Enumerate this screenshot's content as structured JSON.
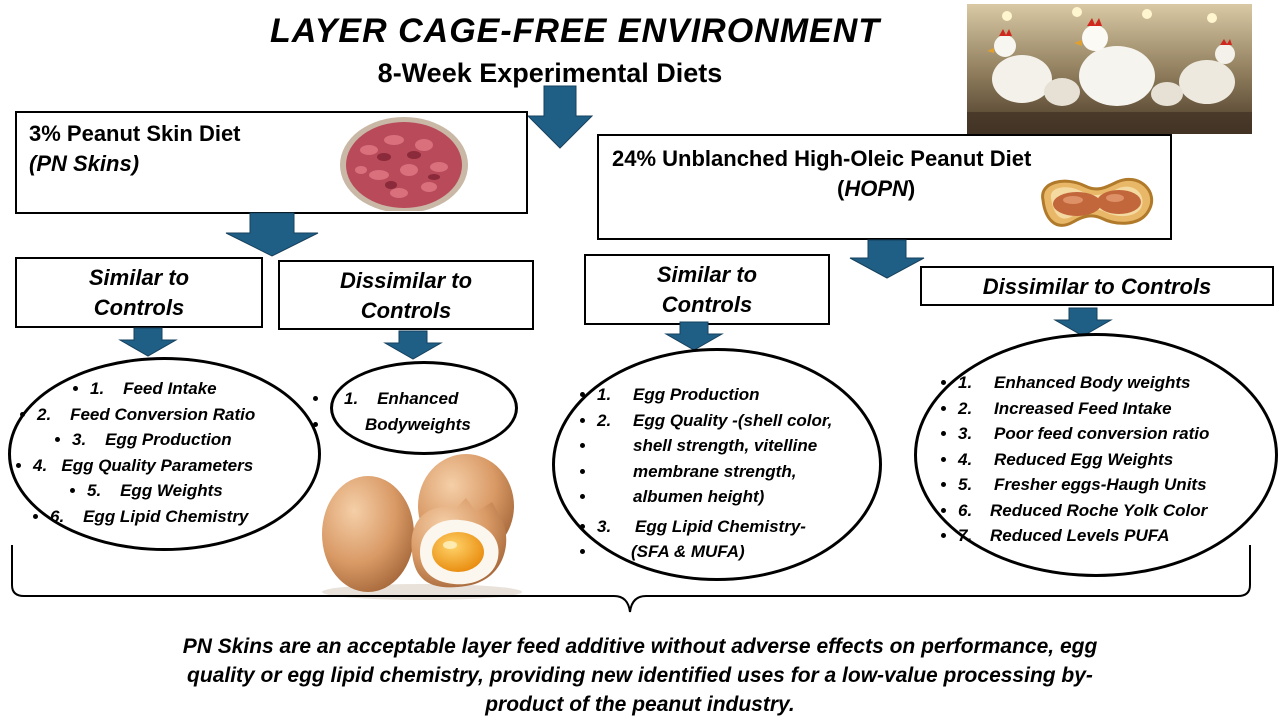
{
  "header": {
    "title": "LAYER CAGE-FREE ENVIRONMENT",
    "subtitle": "8-Week Experimental Diets"
  },
  "diets": {
    "pn": {
      "name": "3% Peanut Skin Diet",
      "abbr": "(PN Skins)"
    },
    "hopn": {
      "name": "24% Unblanched High-Oleic Peanut Diet",
      "abbr_main": "HOPN",
      "abbr_open": "(",
      "abbr_close": ")"
    }
  },
  "pn_similar": {
    "heading_line1": "Similar to",
    "heading_line2": "Controls",
    "items": [
      {
        "num": "1.",
        "text": "Feed Intake"
      },
      {
        "num": "2.",
        "text": "Feed Conversion Ratio"
      },
      {
        "num": "3.",
        "text": "Egg Production"
      },
      {
        "num": "4.",
        "text": "Egg Quality Parameters"
      },
      {
        "num": "5.",
        "text": "Egg Weights"
      },
      {
        "num": "6.",
        "text": "Egg Lipid Chemistry"
      }
    ]
  },
  "pn_dissimilar": {
    "heading_line1": "Dissimilar to",
    "heading_line2": "Controls",
    "item_num": "1.",
    "item_line1": "Enhanced",
    "item_line2": "Bodyweights"
  },
  "hopn_similar": {
    "heading_line1": "Similar to",
    "heading_line2": "Controls",
    "items": [
      {
        "num": "1.",
        "lines": [
          "Egg Production"
        ]
      },
      {
        "num": "2.",
        "lines": [
          "Egg Quality -(shell color,",
          "shell strength, vitelline",
          "membrane strength,",
          "albumen height)"
        ]
      },
      {
        "num": "3.",
        "lines": [
          "Egg Lipid Chemistry-",
          "(SFA & MUFA)"
        ]
      }
    ]
  },
  "hopn_dissimilar": {
    "heading": "Dissimilar to Controls",
    "items": [
      {
        "num": "1.",
        "text": "Enhanced Body weights"
      },
      {
        "num": "2.",
        "text": "Increased Feed Intake"
      },
      {
        "num": "3.",
        "text": "Poor feed conversion ratio"
      },
      {
        "num": "4.",
        "text": "Reduced Egg Weights"
      },
      {
        "num": "5.",
        "text": "Fresher eggs-Haugh Units"
      },
      {
        "num": "6.",
        "text": "Reduced Roche Yolk Color"
      },
      {
        "num": "7.",
        "text": "Reduced Levels PUFA"
      }
    ]
  },
  "conclusion": {
    "line1": "PN Skins are an acceptable layer feed additive without adverse effects on performance, egg",
    "line2": "quality or egg lipid chemistry, providing new identified uses for a low-value processing by-",
    "line3": "product of the peanut industry."
  },
  "colors": {
    "arrow": "#1f5f86",
    "arrow_stroke": "#16405c"
  },
  "icons": [
    "chickens-photo",
    "peanut-skins-photo",
    "peanut-pod-icon",
    "eggs-photo",
    "down-arrow-icon",
    "curly-brace"
  ]
}
